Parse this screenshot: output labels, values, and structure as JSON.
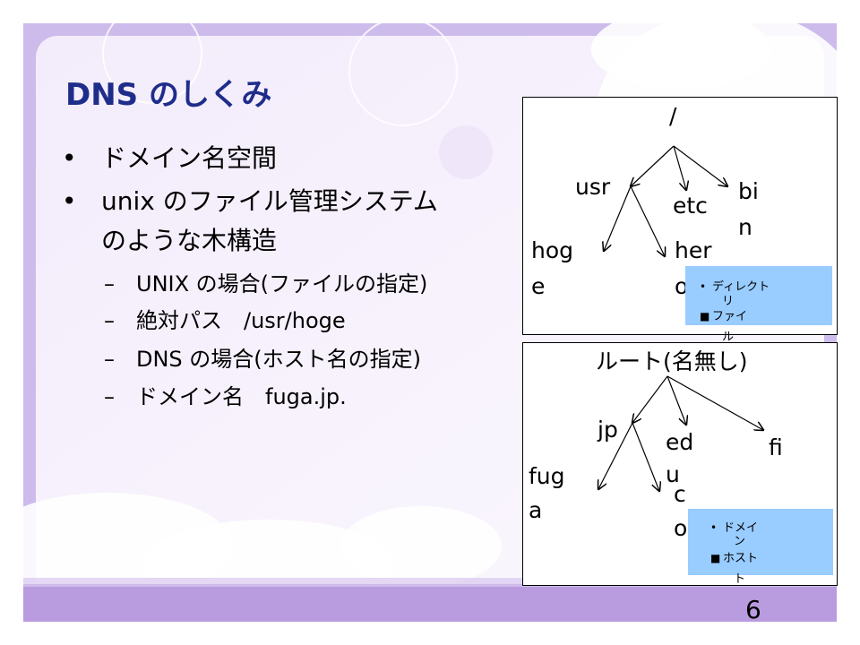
{
  "slide": {
    "title": "DNS のしくみ",
    "bullets": [
      {
        "text": "ドメイン名空間"
      },
      {
        "text": "unix のファイル管理システム"
      },
      {
        "text": "のような木構造"
      }
    ],
    "sub_bullets": [
      {
        "text": "UNIX の場合(ファイルの指定)"
      },
      {
        "text": "絶対パス　/usr/hoge"
      },
      {
        "text": "DNS の場合(ホスト名の指定)"
      },
      {
        "text": "ドメイン名　fuga.jp."
      }
    ],
    "bullet_glyph": "•",
    "sub_bullet_glyph": "–",
    "page_number": "6"
  },
  "unix_tree": {
    "root": "/",
    "nodes": {
      "usr": "usr",
      "etc": "etc",
      "bin_1": "bi",
      "bin_2": "n",
      "hoge_1": "hog",
      "hoge_2": "e",
      "hero_1": "her",
      "hero_2": "o"
    },
    "legend": [
      {
        "marker": "•",
        "text_1": "ディレクト",
        "text_2": "リ"
      },
      {
        "marker": "■",
        "text_1": "ファイ",
        "text_2": "ル"
      }
    ]
  },
  "dns_tree": {
    "root": "ルート(名無し)",
    "nodes": {
      "jp": "jp",
      "edu_1": "ed",
      "edu_2": "u",
      "fi": "fi",
      "fuga_1": "fug",
      "fuga_2": "a",
      "co_1": "c",
      "co_2": "o"
    },
    "legend": [
      {
        "marker": "•",
        "text_1": "ドメイ",
        "text_2": "ン"
      },
      {
        "marker": "■",
        "text_1": "ホスト",
        "text_2": "ト"
      }
    ]
  },
  "colors": {
    "title": "#1f2d8a",
    "legend_bg": "#99ccff",
    "theme_lavender": "#c9b5ea",
    "theme_band": "#b99be0"
  }
}
